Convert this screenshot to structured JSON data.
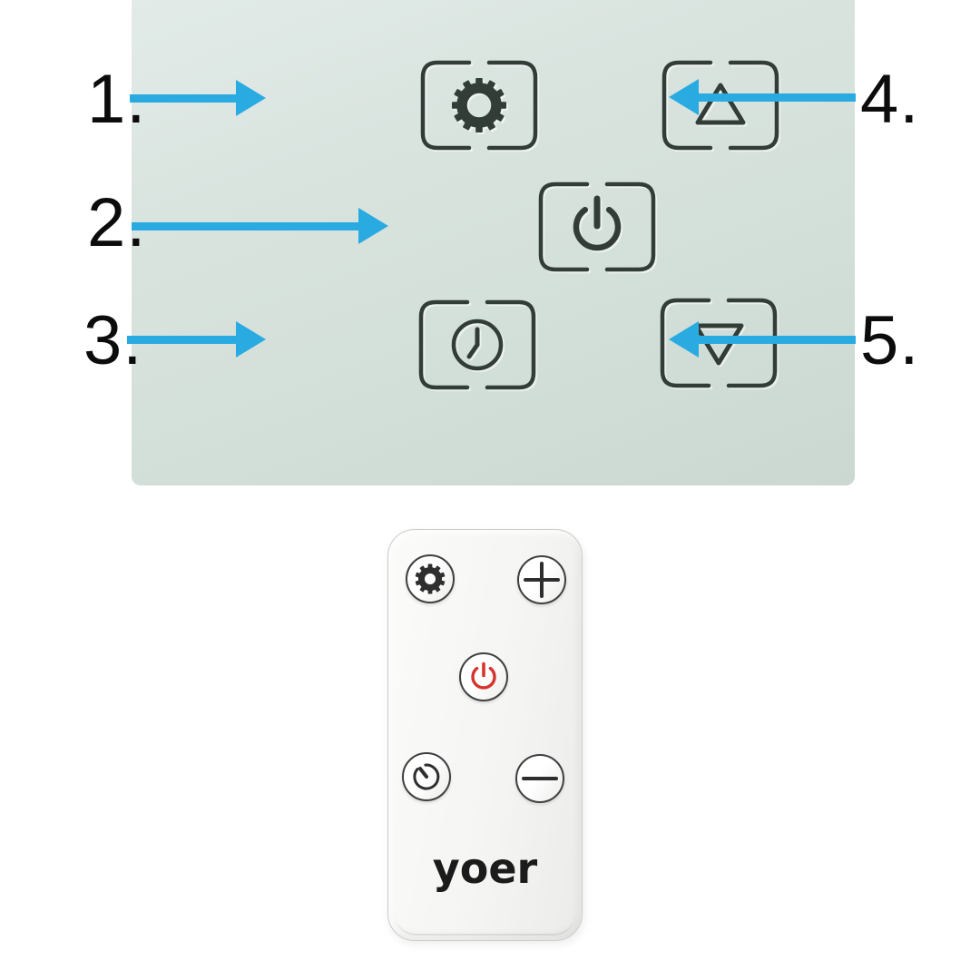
{
  "figure": {
    "type": "annotated-control-panel-diagram",
    "description": "Touch control panel with five numbered callouts and matching remote control"
  },
  "callouts": [
    {
      "label": "1.",
      "target": "settings-touch-button",
      "direction": "right"
    },
    {
      "label": "2.",
      "target": "power-touch-button",
      "direction": "right"
    },
    {
      "label": "3.",
      "target": "timer-touch-button",
      "direction": "right"
    },
    {
      "label": "4.",
      "target": "up-touch-button",
      "direction": "left"
    },
    {
      "label": "5.",
      "target": "down-touch-button",
      "direction": "left"
    }
  ],
  "control_panel": {
    "buttons": [
      {
        "name": "settings",
        "icon": "gear-icon"
      },
      {
        "name": "power",
        "icon": "power-icon"
      },
      {
        "name": "timer",
        "icon": "clock-icon"
      },
      {
        "name": "up",
        "icon": "triangle-up-icon"
      },
      {
        "name": "down",
        "icon": "triangle-down-icon"
      }
    ]
  },
  "remote": {
    "brand": "yoer",
    "buttons": [
      {
        "name": "settings",
        "icon": "gear-icon"
      },
      {
        "name": "plus",
        "icon": "plus-icon"
      },
      {
        "name": "power",
        "icon": "power-icon"
      },
      {
        "name": "timer",
        "icon": "timer-icon"
      },
      {
        "name": "minus",
        "icon": "minus-icon"
      }
    ]
  },
  "colors": {
    "arrow_blue": "#29abe2",
    "panel_bg_top": "#dde6e1",
    "panel_bg_bottom": "#cbd8d1",
    "panel_icon": "#333d38",
    "power_red": "#d6352e",
    "label_black": "#0c0c0c",
    "remote_body": "#f5f5f3"
  }
}
